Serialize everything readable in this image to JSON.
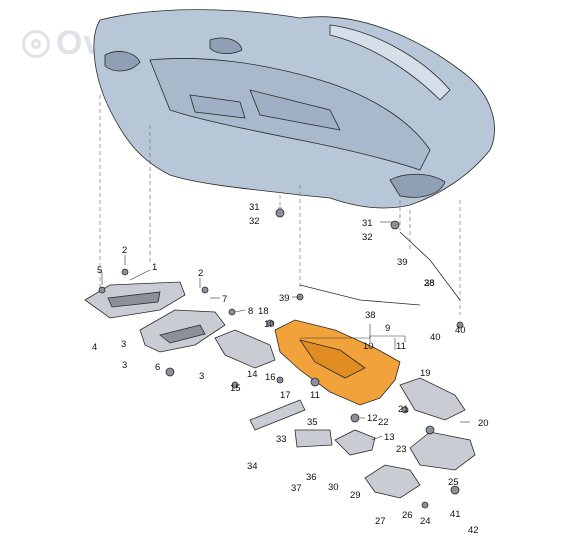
{
  "watermark": {
    "text": "Ovoko"
  },
  "labels": {
    "l1": "1",
    "l2a": "2",
    "l2b": "2",
    "l3a": "3",
    "l3b": "3",
    "l3c": "3",
    "l4": "4",
    "l5": "5",
    "l6": "6",
    "l7": "7",
    "l8": "8",
    "l9": "9",
    "l10": "10",
    "l11a": "11",
    "l11b": "11",
    "l12": "12",
    "l13": "13",
    "l14": "14",
    "l15": "15",
    "l16": "16",
    "l17": "17",
    "l18": "18",
    "l19": "19",
    "l20": "20",
    "l21": "21",
    "l22": "22",
    "l23": "23",
    "l24": "24",
    "l25": "25",
    "l26": "26",
    "l27": "27",
    "l28": "28",
    "l29": "29",
    "l30": "30",
    "l31a": "31",
    "l31b": "31",
    "l32a": "32",
    "l32b": "32",
    "l33": "33",
    "l34": "34",
    "l35": "35",
    "l36": "36",
    "l37": "37",
    "l38a": "38",
    "l38b": "38",
    "l39a": "39",
    "l39b": "39",
    "l40": "40",
    "l41": "41",
    "l42": "42"
  },
  "colors": {
    "highlight_part": "#f2a23a",
    "car_body": "#b8c7d8",
    "panel": "#c9ccd2"
  }
}
